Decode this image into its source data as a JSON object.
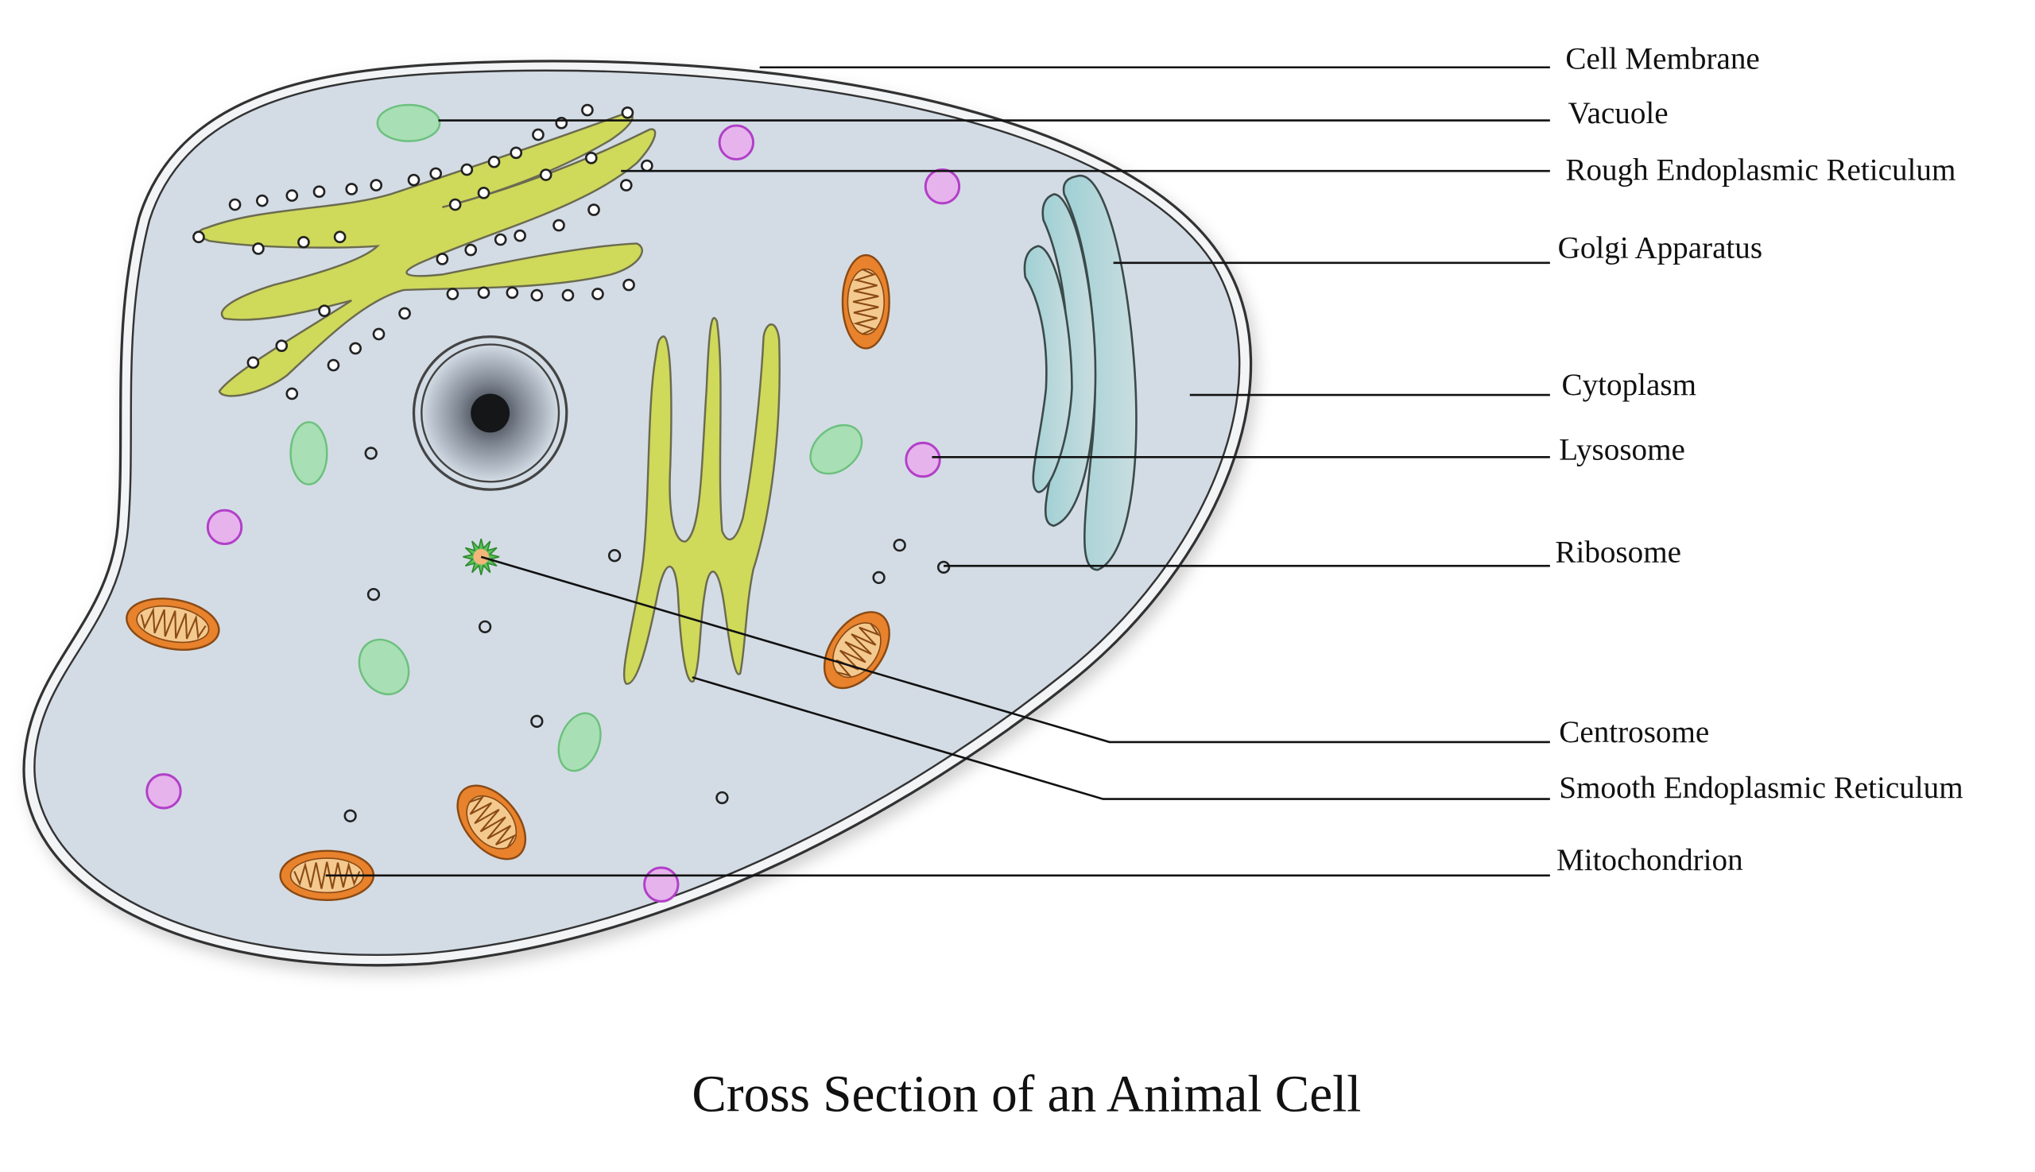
{
  "title": "Cross Section of an Animal Cell",
  "labels": {
    "cell_membrane": "Cell Membrane",
    "vacuole": "Vacuole",
    "rough_er": "Rough Endoplasmic Reticulum",
    "golgi": "Golgi Apparatus",
    "cytoplasm": "Cytoplasm",
    "lysosome": "Lysosome",
    "ribosome": "Ribosome",
    "centrosome": "Centrosome",
    "smooth_er": "Smooth Endoplasmic Reticulum",
    "mitochondrion": "Mitochondrion"
  },
  "colors": {
    "cytoplasm": "#d3dce5",
    "er": "#cfd95a",
    "vacuole": "#a8dfb4",
    "lysosome": "#e6b3ec",
    "lysosome_stroke": "#b23fc8",
    "mitochondrion": "#e8822c",
    "golgi": "#a9d3d6"
  }
}
